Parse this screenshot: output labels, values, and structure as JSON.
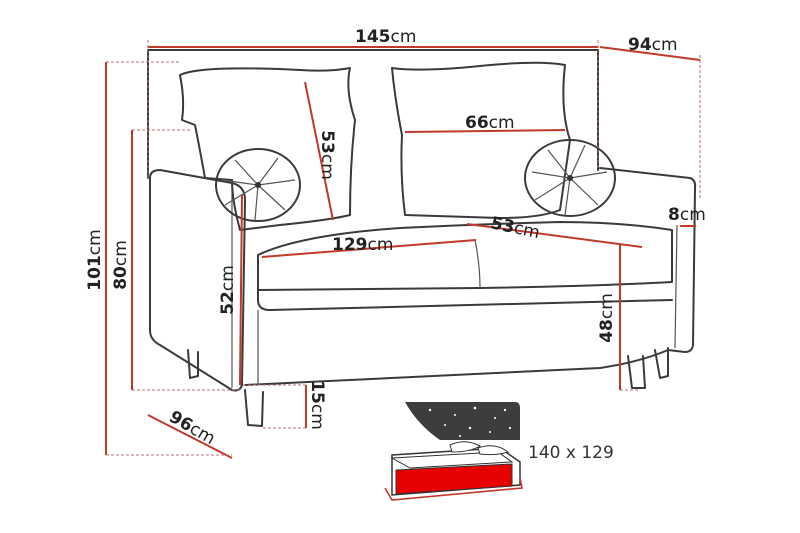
{
  "dimensions": {
    "width_num": "145",
    "width_unit": "cm",
    "depth_num": "94",
    "depth_unit": "cm",
    "height_total_num": "101",
    "height_total_unit": "cm",
    "height_back_num": "80",
    "height_back_unit": "cm",
    "cushion_height_num": "53",
    "cushion_height_unit": "cm",
    "cushion_width_num": "66",
    "cushion_width_unit": "cm",
    "seat_depth_num": "53",
    "seat_depth_unit": "cm",
    "armrest_width_num": "8",
    "armrest_width_unit": "cm",
    "seat_width_num": "129",
    "seat_width_unit": "cm",
    "arm_height_num": "52",
    "arm_height_unit": "cm",
    "seat_height_num": "48",
    "seat_height_unit": "cm",
    "leg_height_num": "15",
    "leg_height_unit": "cm",
    "depth_bottom_num": "96",
    "depth_bottom_unit": "cm"
  },
  "bed_size": "140 x 129",
  "colors": {
    "line": "#3a3a3a",
    "dimension": "#c0392b",
    "bed_surface": "#e60000",
    "night_sky": "#3d3d3d"
  },
  "icons": [
    "sofa-bed-icon",
    "night-stars-icon"
  ]
}
